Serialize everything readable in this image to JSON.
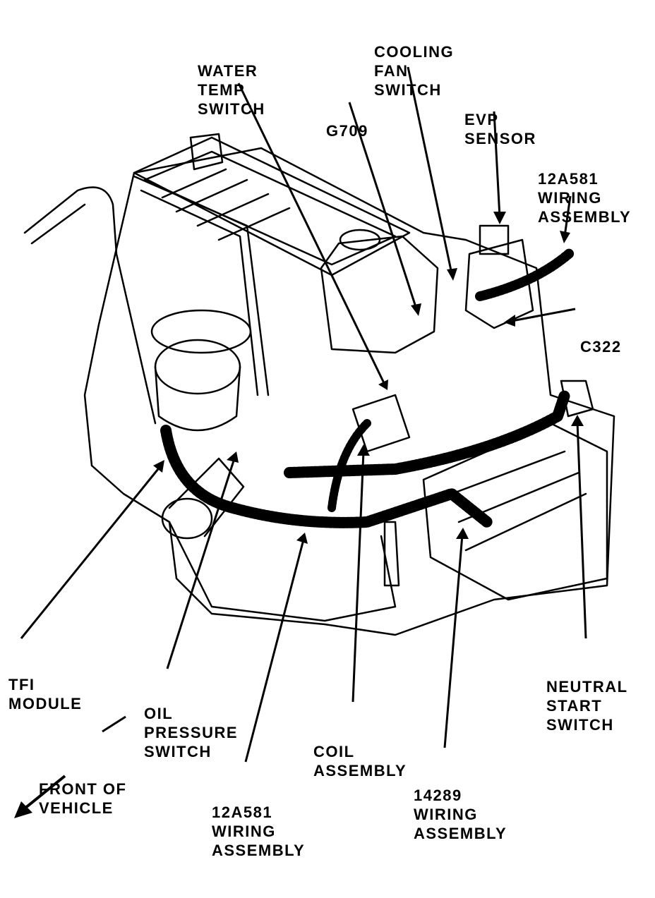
{
  "labels": {
    "water_temp_switch": [
      "WATER",
      "TEMP",
      "SWITCH"
    ],
    "cooling_fan_switch": [
      "COOLING",
      "FAN",
      "SWITCH"
    ],
    "g709": [
      "G709"
    ],
    "evp_sensor": [
      "EVP",
      "SENSOR"
    ],
    "wiring_12a581_top": [
      "12A581",
      "WIRING",
      "ASSEMBLY"
    ],
    "c322": [
      "C322"
    ],
    "tfi_module": [
      "TFI",
      "MODULE"
    ],
    "oil_pressure_switch": [
      "OIL",
      "PRESSURE",
      "SWITCH"
    ],
    "front_of_vehicle": [
      "FRONT OF",
      "VEHICLE"
    ],
    "wiring_12a581_bottom": [
      "12A581",
      "WIRING",
      "ASSEMBLY"
    ],
    "coil_assembly": [
      "COIL",
      "ASSEMBLY"
    ],
    "wiring_14289": [
      "14289",
      "WIRING",
      "ASSEMBLY"
    ],
    "neutral_start_switch": [
      "NEUTRAL",
      "START",
      "SWITCH"
    ]
  },
  "colors": {
    "ink": "#000000",
    "paper": "#ffffff"
  },
  "icons": [
    "front-direction-arrow-icon"
  ]
}
